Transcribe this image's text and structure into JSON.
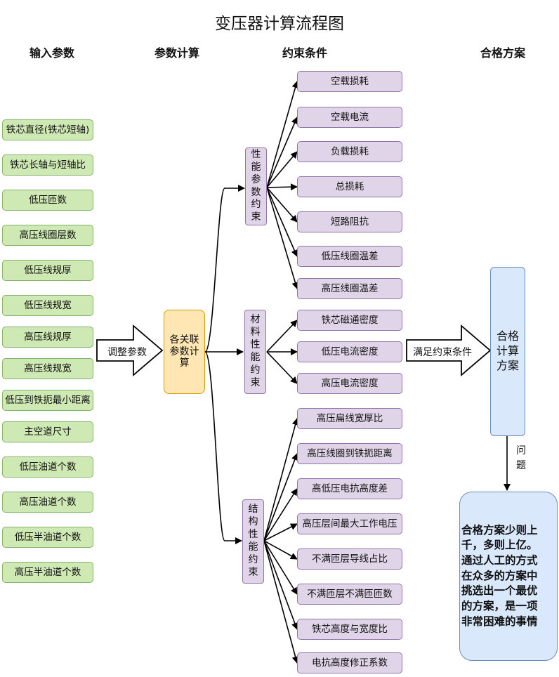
{
  "title": "变压器计算流程图",
  "columns": {
    "input": "输入参数",
    "calc": "参数计算",
    "constraint": "约束条件",
    "result": "合格方案"
  },
  "inputs": [
    "铁芯直径(铁芯短轴)",
    "铁芯长轴与短轴比",
    "低压匝数",
    "高压线圈层数",
    "低压线规厚",
    "低压线规宽",
    "高压线规厚",
    "高压线规宽",
    "低压到铁扼最小距离",
    "主空道尺寸",
    "低压油道个数",
    "高压油道个数",
    "低压半油道个数",
    "高压半油道个数"
  ],
  "adjust_label": "调整参数",
  "calc_box": [
    "各关联",
    "参数计",
    "算"
  ],
  "groups": {
    "performance": {
      "label": [
        "性",
        "能",
        "参",
        "数",
        "约",
        "束"
      ],
      "items": [
        "空载损耗",
        "空载电流",
        "负载损耗",
        "总损耗",
        "短路阻抗",
        "低压线圈温差",
        "高压线圈温差"
      ]
    },
    "material": {
      "label": [
        "材",
        "料",
        "性",
        "能",
        "约",
        "束"
      ],
      "items": [
        "铁芯磁通密度",
        "低压电流密度",
        "高压电流密度"
      ]
    },
    "structure": {
      "label": [
        "结",
        "构",
        "性",
        "能",
        "约",
        "束"
      ],
      "items": [
        "高压扁线宽厚比",
        "高压线圈到铁扼距离",
        "高低压电抗高度差",
        "高压层间最大工作电压",
        "不满匝层导线占比",
        "不满匝层不满匝匝数",
        "铁芯高度与宽度比",
        "电抗高度修正系数"
      ]
    }
  },
  "satisfy_label": "满足约束条件",
  "result_box": [
    "合格",
    "计算",
    "方案"
  ],
  "question_label": [
    "问",
    "题"
  ],
  "note": [
    "合格方案少则上",
    "千，多则上亿。",
    "通过人工的方式",
    "在众多的方案中",
    "挑选出一个最优",
    "的方案，是一项",
    "非常困难的事情"
  ]
}
